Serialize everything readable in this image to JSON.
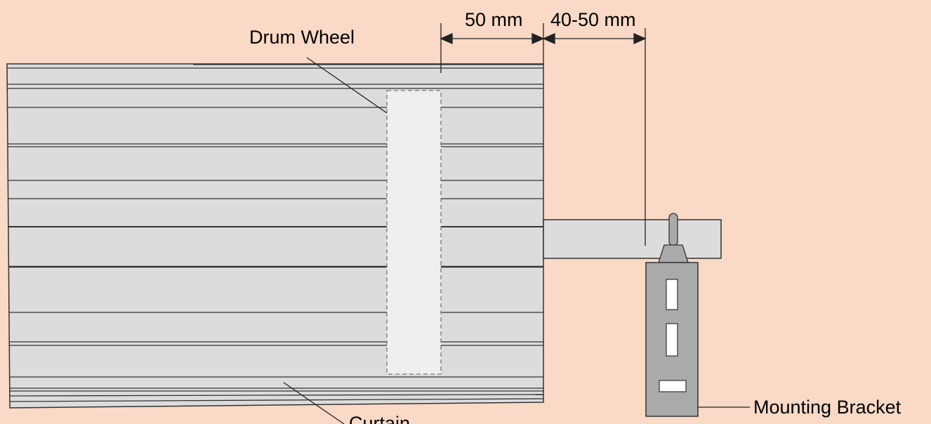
{
  "labels": {
    "drum_wheel": "Drum Wheel",
    "curtain": "Curtain",
    "mounting_bracket": "Mounting Bracket",
    "dim_drum_offset": "50 mm",
    "dim_shaft_gap": "40-50 mm"
  },
  "colors": {
    "background": "#fad9c6",
    "curtain_fill": "#dcdcdc",
    "drum_wheel_fill": "#efefef",
    "shaft_fill": "#dcdcdc",
    "bracket_fill": "#aaaaaa",
    "line": "#333333"
  }
}
